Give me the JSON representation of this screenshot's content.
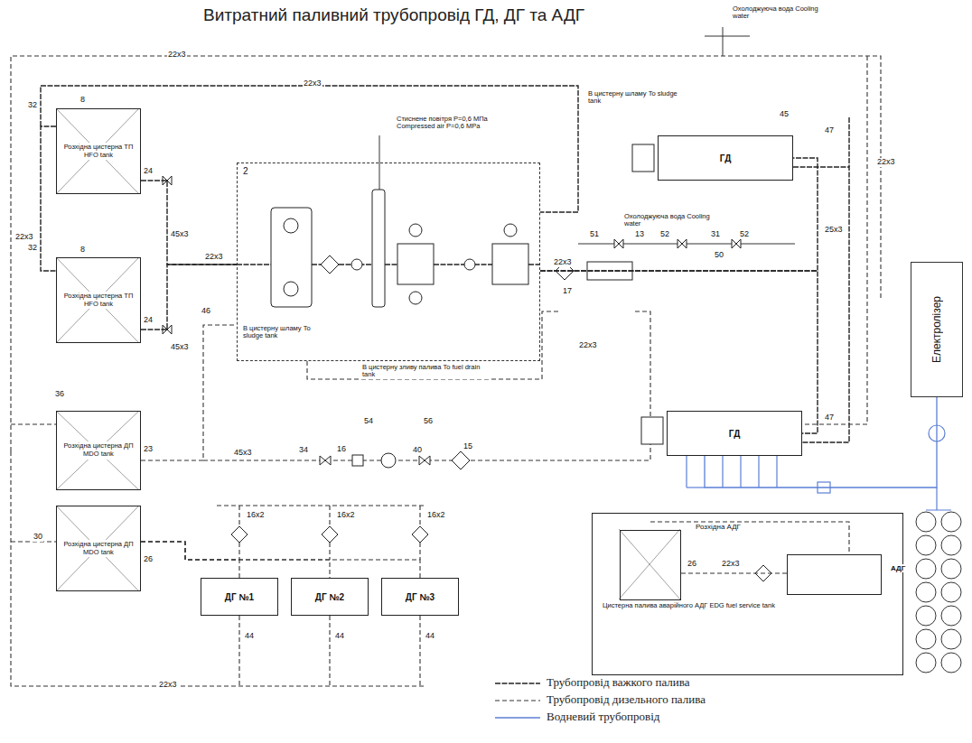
{
  "diagram": {
    "title": "Витратний паливний трубопровід ГД, ДГ та АДГ",
    "nodes": [
      {
        "text": [
          "Розхідна цистерна ТП HFO tank"
        ]
      },
      {
        "text": [
          "Розхідна цистерна ТП HFO tank"
        ]
      },
      {
        "text": [
          "Розхідна цистерна ДП MDO tank"
        ]
      },
      {
        "text": [
          "Розхідна цистерна ДП MDO tank"
        ]
      },
      {
        "text": [
          "2"
        ]
      },
      {
        "text": [
          "ГД"
        ]
      },
      {
        "text": [
          "ГД"
        ]
      },
      {
        "text": [
          "Електролізер"
        ]
      },
      {
        "text": [
          "ДГ №1"
        ]
      },
      {
        "text": [
          "ДГ №2"
        ]
      },
      {
        "text": [
          "ДГ №3"
        ]
      },
      {
        "text": [
          "Розхідна АДГ"
        ]
      },
      {
        "text": [
          "Цистерна палива аварійного АДГ EDG fuel service tank"
        ],
        "in": 11
      },
      {
        "text": [
          "АДГ"
        ],
        "in": 11
      }
    ],
    "edges": [
      {
        "from": 0,
        "to": 4,
        "arrow": "none"
      },
      {
        "from": 1,
        "to": 4,
        "arrow": "none"
      },
      {
        "from": 2,
        "to": 4,
        "arrow": "none"
      },
      {
        "from": 4,
        "to": 5,
        "arrow": "none"
      },
      {
        "from": 4,
        "to": 6,
        "arrow": "none"
      },
      {
        "from": 3,
        "to": 8,
        "arrow": "none"
      },
      {
        "from": 3,
        "to": 9,
        "arrow": "none"
      },
      {
        "from": 3,
        "to": 10,
        "arrow": "none"
      },
      {
        "from": 12,
        "to": 13,
        "arrow": "none"
      },
      {
        "from": 7,
        "to": 6,
        "arrow": "none"
      }
    ],
    "labels": [
      "22x3",
      "22x3",
      "32",
      "8",
      "24",
      "32",
      "8",
      "24",
      "22x3",
      "45x3",
      "45x3",
      "22x3",
      "46",
      "Стиснене повітря P=0,6 МПа Compressed air P=0,6 MPa",
      "В цистерну шламу To sludge tank",
      "В цистерну зливу палива To fuel drain tank",
      "Охолоджуюча вода Cooling water",
      "Охолоджуюча вода Cooling water",
      "В цистерну шламу To sludge tank",
      "17",
      "22x3",
      "34",
      "16",
      "54",
      "56",
      "40",
      "15",
      "45x3",
      "36",
      "30",
      "23",
      "26",
      "16x2",
      "16x2",
      "16x2",
      "44",
      "44",
      "44",
      "22x3",
      "45",
      "47",
      "47",
      "26",
      "22x3",
      "51",
      "13",
      "52",
      "31",
      "52",
      "50",
      "22x3",
      "25x3",
      "22x3"
    ],
    "legend": [
      {
        "text": "Трубопровід важкого палива"
      },
      {
        "text": "Трубопровід дизельного палива"
      },
      {
        "text": "Водневий трубопровід"
      }
    ]
  }
}
